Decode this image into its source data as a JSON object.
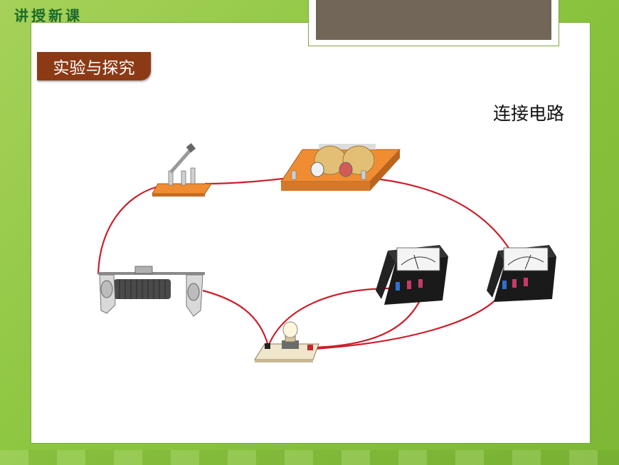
{
  "header": {
    "section_title": "讲授新课"
  },
  "slide": {
    "tag": "实验与探究",
    "caption": "连接电路"
  },
  "components": {
    "switch": "knife-switch-icon",
    "battery": "battery-holder-icon",
    "rheostat": "rheostat-icon",
    "bulb": "light-bulb-icon",
    "ammeter": "ammeter-icon",
    "voltmeter": "voltmeter-icon"
  },
  "colors": {
    "wire": "#cc1f2b",
    "wood": "#f08d33",
    "tag_bg": "#8c3a16",
    "background": "#8cc63f"
  }
}
